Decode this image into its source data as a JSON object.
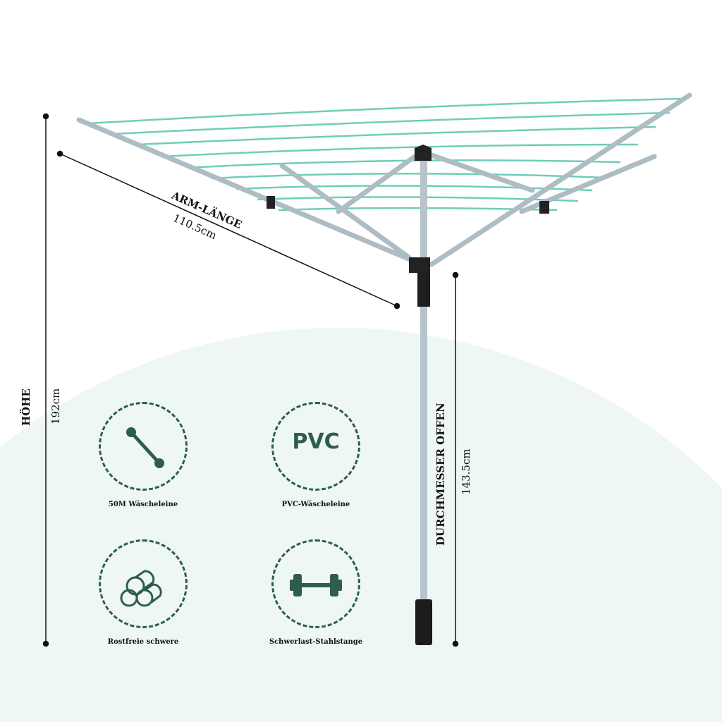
{
  "dimensions": {
    "height": {
      "label": "HÖHE",
      "value": "192cm"
    },
    "arm_length": {
      "label": "ARM-LÄNGE",
      "value": "110.5cm"
    },
    "diameter": {
      "label": "DURCHMESSER OFFEN",
      "value": "143.5cm"
    }
  },
  "features": [
    {
      "icon": "clothesline-icon",
      "label": "50M Wäscheleine"
    },
    {
      "icon": "pvc-icon",
      "label": "PVC-Wäscheleine",
      "icon_text": "PVC"
    },
    {
      "icon": "pipes-icon",
      "label": "Rostfreie schwere"
    },
    {
      "icon": "dumbbell-icon",
      "label": "Schwerlast-Stahlstange"
    }
  ],
  "colors": {
    "accent": "#2f5d4d",
    "line": "#5fc9b0",
    "background_circle": "#eef6f6"
  }
}
